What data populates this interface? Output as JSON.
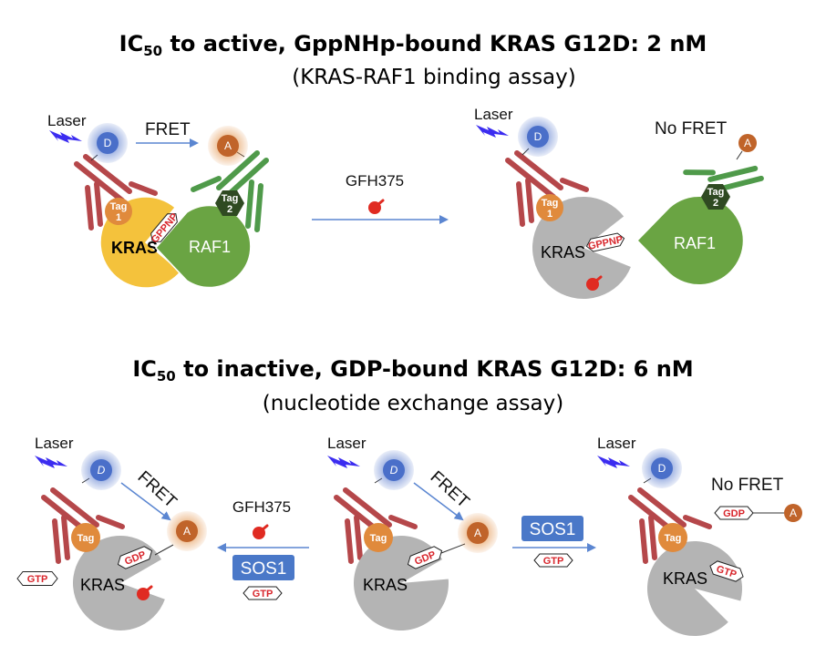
{
  "titles": {
    "top_prefix": "IC",
    "top_sub": "50",
    "top_rest": " to active, GppNHp-bound KRAS G12D: 2 nM",
    "top_subtitle": "(KRAS-RAF1 binding assay)",
    "bottom_prefix": "IC",
    "bottom_sub": "50",
    "bottom_rest": " to inactive, GDP-bound KRAS G12D: 6 nM",
    "bottom_subtitle": "(nucleotide exchange assay)"
  },
  "labels": {
    "laser": "Laser",
    "fret": "FRET",
    "no_fret": "No FRET",
    "donor": "D",
    "acceptor": "A",
    "kras": "KRAS",
    "raf1": "RAF1",
    "tag": "Tag",
    "tag1": [
      "Tag",
      "1"
    ],
    "tag2": [
      "Tag",
      "2"
    ],
    "gppnp": "GPPNP",
    "gdp": "GDP",
    "gtp": "GTP",
    "compound": "GFH375",
    "sos1": "SOS1"
  },
  "colors": {
    "donor": "#4a6fc9",
    "acceptor": "#c0642a",
    "kras_active": "#f4c23c",
    "kras_inactive": "#b4b4b4",
    "raf1": "#6aa443",
    "antibody_red": "#b5474a",
    "antibody_green": "#4f9a4a",
    "tag_orange": "#e08a3c",
    "tag2_dark": "#2f4a22",
    "drug": "#e02b22",
    "sos1": "#4a78c8",
    "arrow": "#5b86d1",
    "laser": "#3b2cf0"
  }
}
